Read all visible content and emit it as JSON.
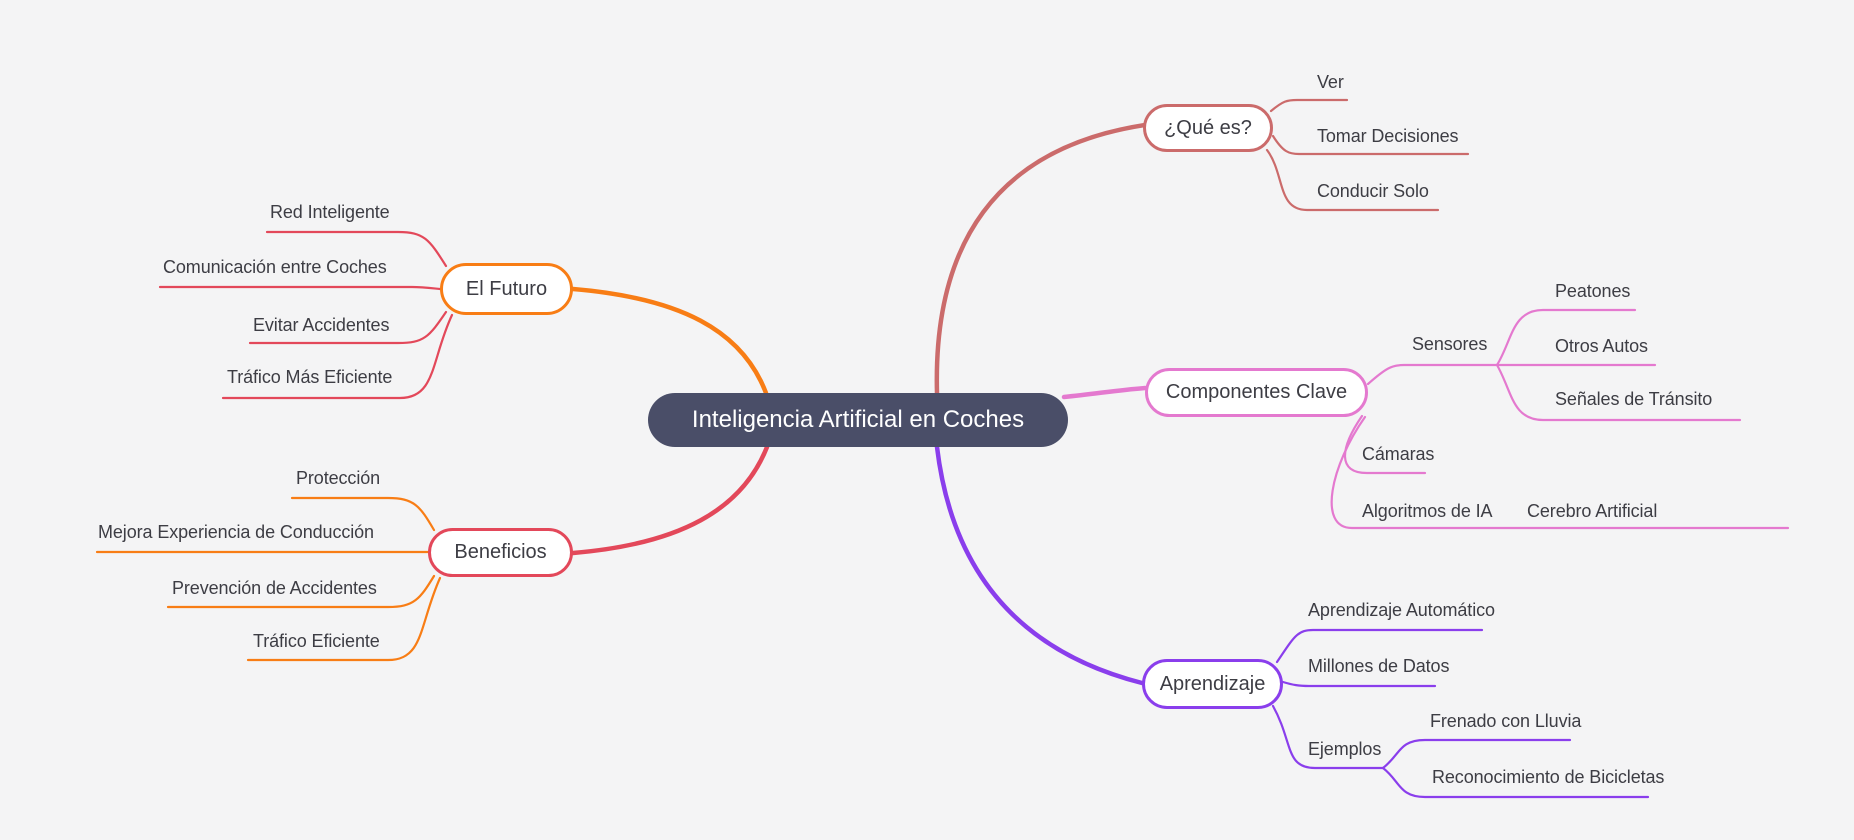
{
  "root": {
    "label": "Inteligencia Artificial en Coches"
  },
  "branches": {
    "que_es": {
      "label": "¿Qué es?",
      "children": [
        {
          "label": "Ver"
        },
        {
          "label": "Tomar Decisiones"
        },
        {
          "label": "Conducir Solo"
        }
      ]
    },
    "componentes_clave": {
      "label": "Componentes Clave",
      "children": [
        {
          "label": "Sensores",
          "children": [
            {
              "label": "Peatones"
            },
            {
              "label": "Otros Autos"
            },
            {
              "label": "Señales de Tránsito"
            }
          ]
        },
        {
          "label": "Cámaras"
        },
        {
          "label": "Algoritmos de IA",
          "children": [
            {
              "label": "Cerebro Artificial"
            }
          ]
        }
      ]
    },
    "aprendizaje": {
      "label": "Aprendizaje",
      "children": [
        {
          "label": "Aprendizaje Automático"
        },
        {
          "label": "Millones de Datos"
        },
        {
          "label": "Ejemplos",
          "children": [
            {
              "label": "Frenado con Lluvia"
            },
            {
              "label": "Reconocimiento de Bicicletas"
            }
          ]
        }
      ]
    },
    "el_futuro": {
      "label": "El Futuro",
      "children": [
        {
          "label": "Red Inteligente"
        },
        {
          "label": "Comunicación entre Coches"
        },
        {
          "label": "Evitar Accidentes"
        },
        {
          "label": "Tráfico Más Eficiente"
        }
      ]
    },
    "beneficios": {
      "label": "Beneficios",
      "children": [
        {
          "label": "Protección"
        },
        {
          "label": "Mejora Experiencia de Conducción"
        },
        {
          "label": "Prevención de Accidentes"
        },
        {
          "label": "Tráfico Eficiente"
        }
      ]
    }
  },
  "colors": {
    "bg": "#f4f4f5",
    "root-bg": "#4a4e68",
    "root-text": "#ffffff",
    "text": "#3d3d44",
    "salmon": "#cb6b6b",
    "pink": "#e479cf",
    "purple": "#8a3eec",
    "orange": "#f87d15",
    "red": "#e3485a"
  }
}
